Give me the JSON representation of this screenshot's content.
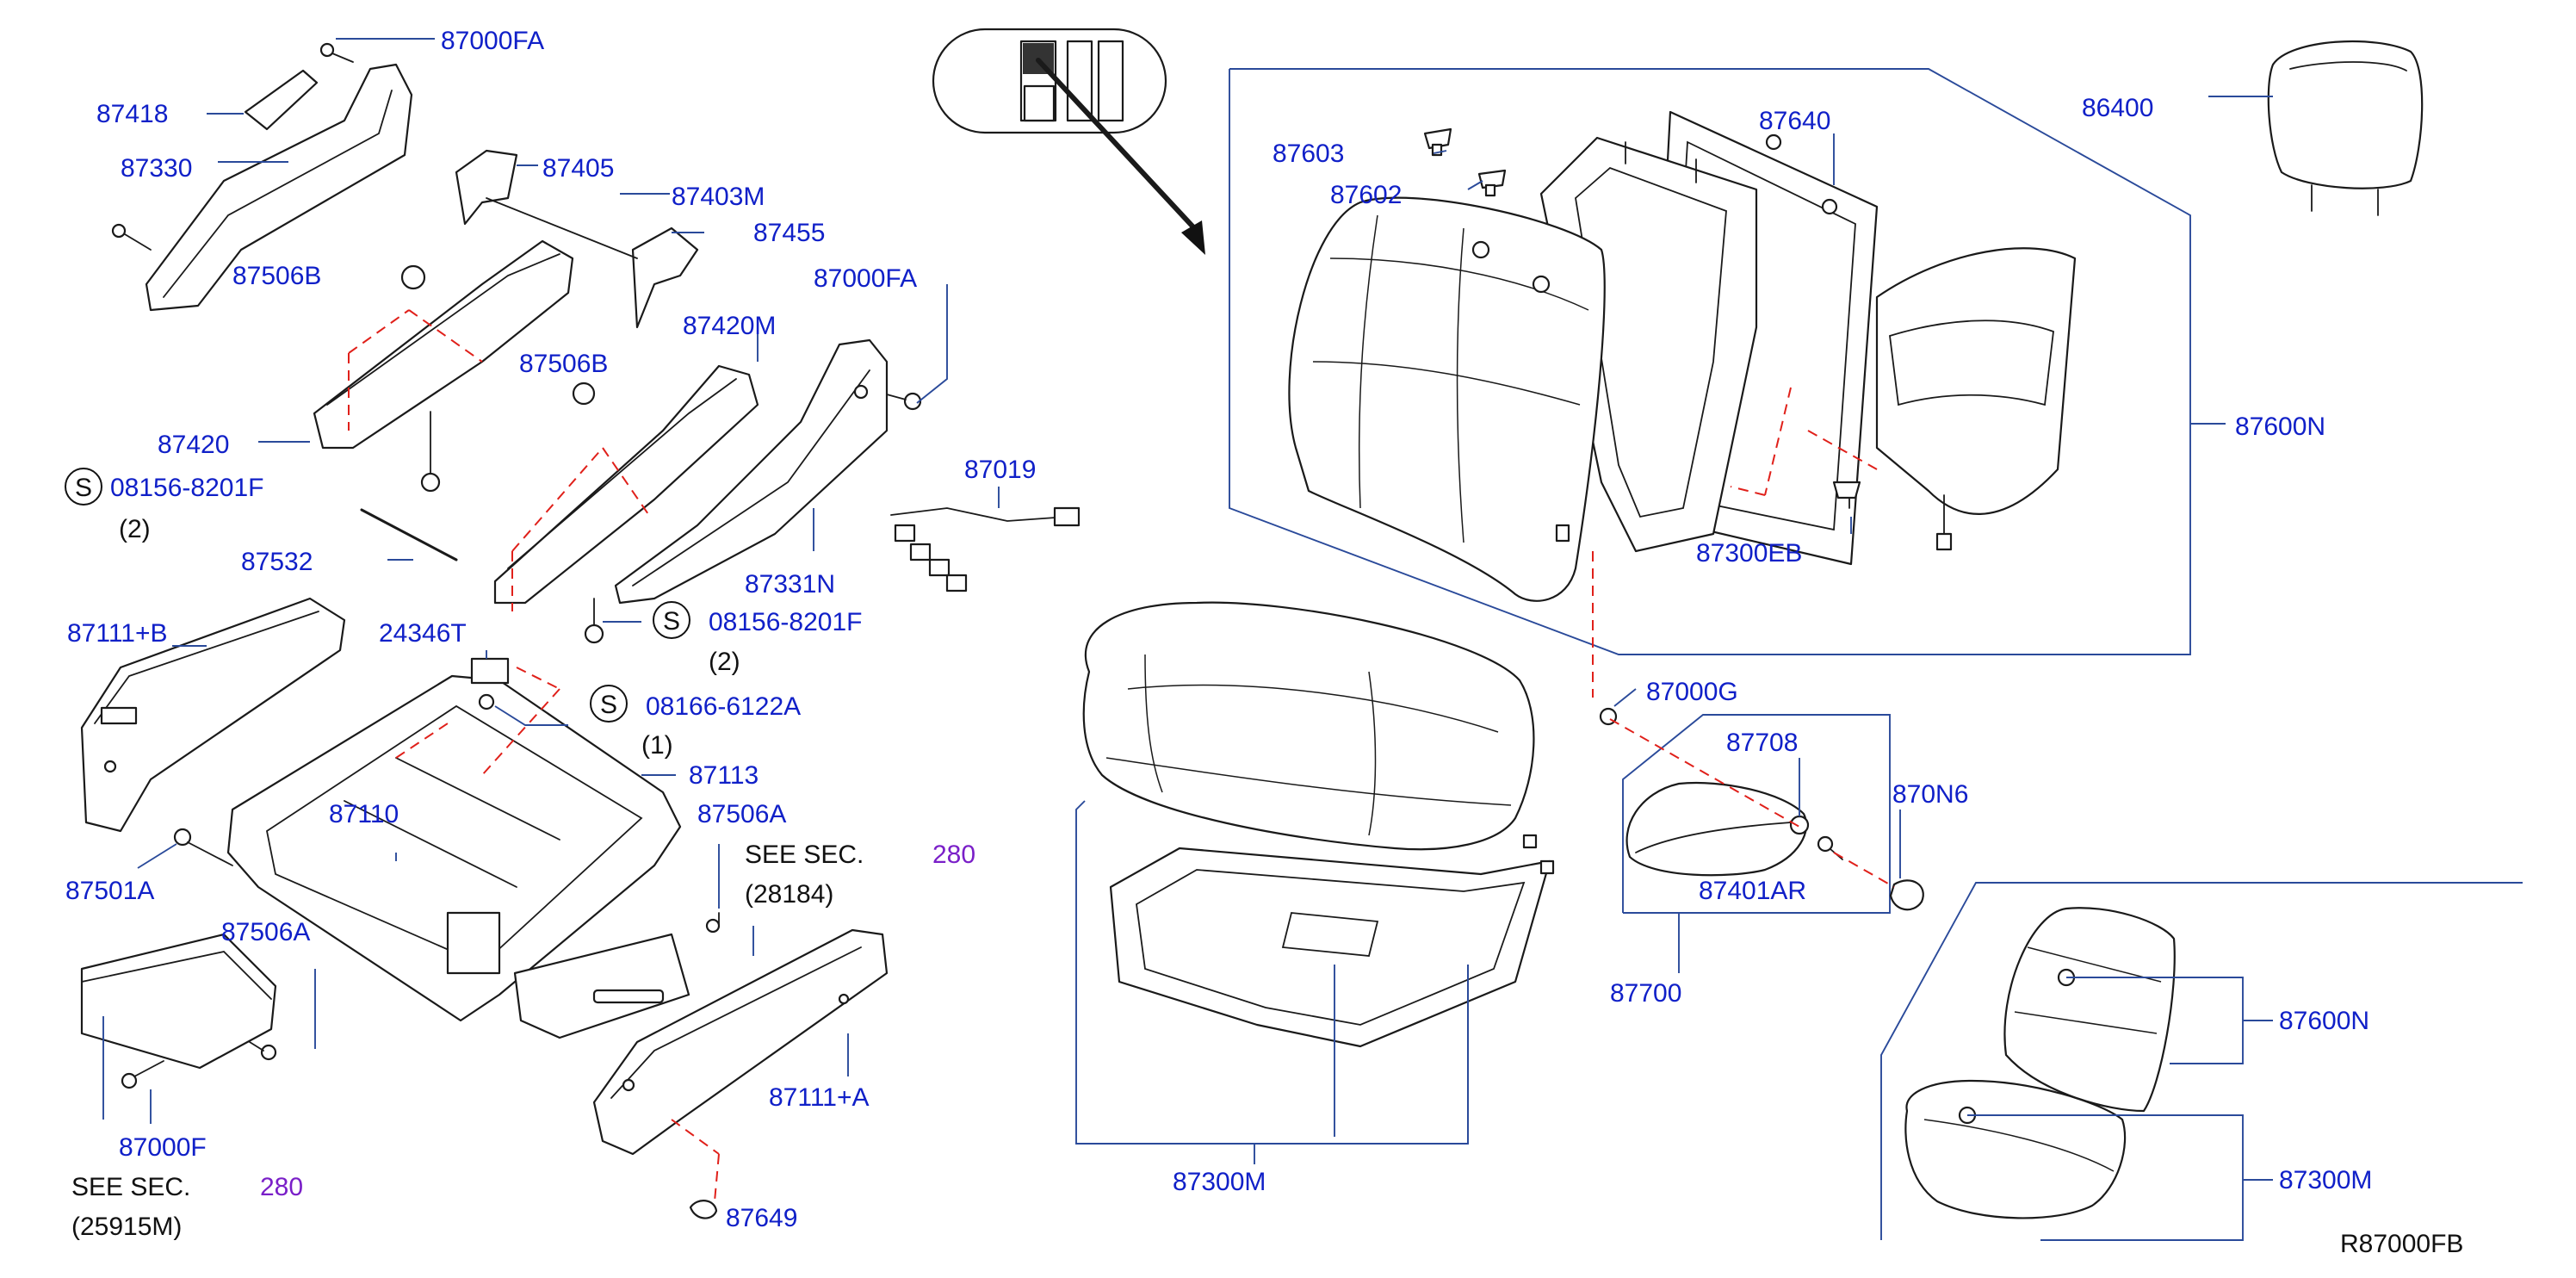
{
  "diagram": {
    "code": "R87000FB",
    "colors": {
      "part_number": "#1020c8",
      "leader": "#2a4a9a",
      "dashed": "#e0201a",
      "section": "#7a1fc8"
    },
    "labels": {
      "p87000FA_a": "87000FA",
      "p87418": "87418",
      "p87330": "87330",
      "p87405": "87405",
      "p87403M": "87403M",
      "p87455": "87455",
      "p87506B_a": "87506B",
      "p87000FA_b": "87000FA",
      "p87420M": "87420M",
      "p87506B_b": "87506B",
      "p87420": "87420",
      "p87019": "87019",
      "p08156_a": "08156-8201F",
      "p08156_a_qty": "(2)",
      "p87532": "87532",
      "p87331N": "87331N",
      "p08156_b": "08156-8201F",
      "p08156_b_qty": "(2)",
      "p87111B": "87111+B",
      "p24346T": "24346T",
      "p08166": "08166-6122A",
      "p08166_qty": "(1)",
      "p87113": "87113",
      "p87110": "87110",
      "p87506A_a": "87506A",
      "p87501A": "87501A",
      "p87506A_b": "87506A",
      "p87111A": "87111+A",
      "p87000F": "87000F",
      "p87649": "87649",
      "p87603": "87603",
      "p87602": "87602",
      "p87640": "87640",
      "p86400": "86400",
      "p87600N_a": "87600N",
      "p87300EB": "87300EB",
      "p87000G": "87000G",
      "p87708": "87708",
      "p870N6": "870N6",
      "p87401AR": "87401AR",
      "p87700": "87700",
      "p87300M_a": "87300M",
      "p87600N_b": "87600N",
      "p87300M_b": "87300M"
    },
    "s_mark": "S",
    "see_sec": [
      {
        "text": "SEE  SEC.",
        "number": "280",
        "ref": "(28184)"
      },
      {
        "text": "SEE  SEC.",
        "number": "280",
        "ref": "(25915M)"
      }
    ]
  }
}
